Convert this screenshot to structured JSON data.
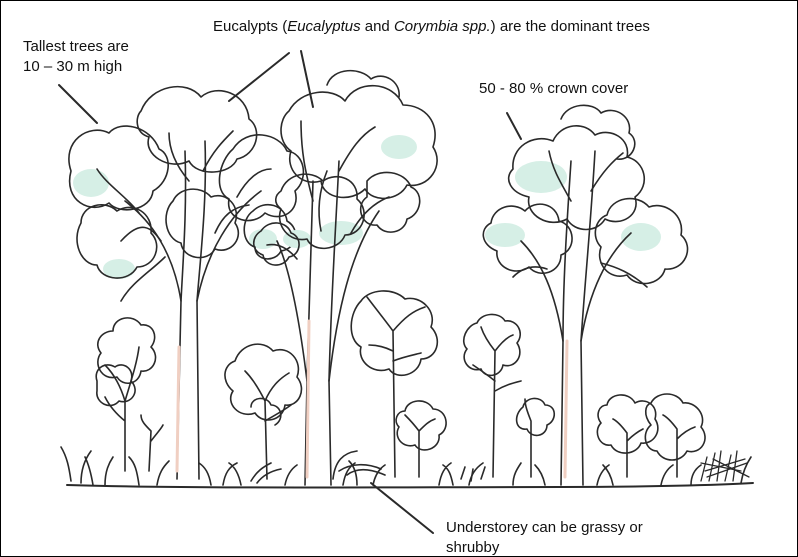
{
  "labels": {
    "dominant": {
      "prefix": "Eucalypts (",
      "genus1": "Eucalyptus",
      "mid": " and ",
      "genus2": "Corymbia spp.",
      "suffix": ") are the dominant trees"
    },
    "tallest": {
      "line1": "Tallest trees are",
      "line2": "10 – 30 m high"
    },
    "crown": "50 - 80 % crown cover",
    "understorey": {
      "line1": "Understorey can be grassy or",
      "line2": "shrubby"
    }
  },
  "colors": {
    "ink": "#2a2a2a",
    "foliage_tint": "#d6efe6",
    "trunk_tint": "#f6dcd2",
    "background": "#ffffff"
  }
}
